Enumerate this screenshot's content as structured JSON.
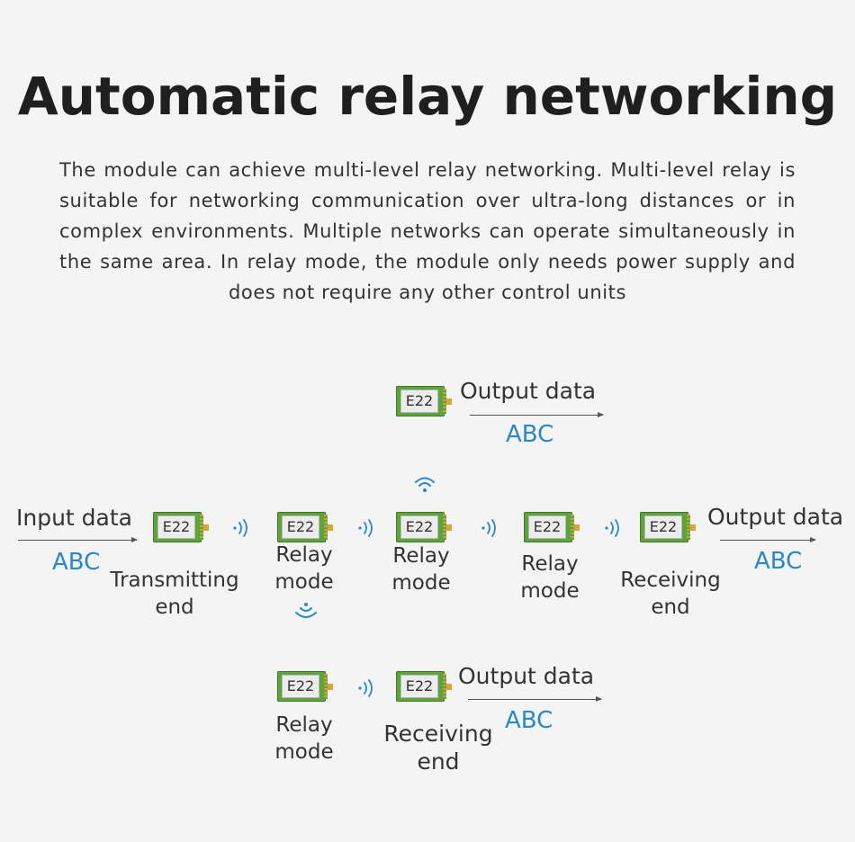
{
  "title": "Automatic relay networking",
  "description": "The module can achieve multi-level relay networking. Multi-level relay is suitable for networking communication over ultra-long distances or in complex environments. Multiple networks can operate simultaneously in the same area. In relay mode, the module only needs power supply and does not require any other control units",
  "module_label": "E22",
  "labels": {
    "input_data": "Input data",
    "output_data": "Output data",
    "abc": "ABC",
    "transmitting_end_1": "Transmitting",
    "transmitting_end_2": "end",
    "relay": "Relay",
    "mode": "mode",
    "receiving": "Receiving",
    "end": "end"
  },
  "colors": {
    "accent": "#2a88c8",
    "module_green": "#5fa33c"
  }
}
